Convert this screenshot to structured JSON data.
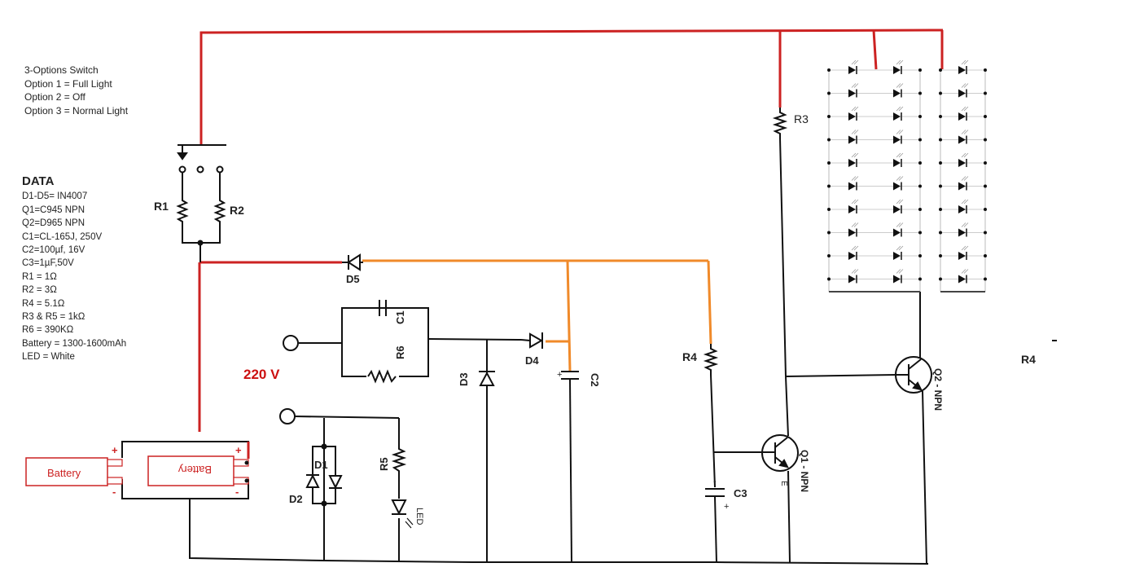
{
  "notes": {
    "switch_title": "3-Options Switch",
    "option1": "Option 1 = Full Light",
    "option2": "Option 2 = Off",
    "option3": "Option 3 = Normal Light"
  },
  "data_block": {
    "title": "DATA",
    "lines": [
      "D1-D5= IN4007",
      "Q1=C945 NPN",
      "Q2=D965 NPN",
      "C1=CL-165J, 250V",
      "C2=100µf, 16V",
      "C3=1µF,50V",
      "R1 = 1Ω",
      "R2 = 3Ω",
      "R4 = 5.1Ω",
      "R3 & R5 = 1kΩ",
      "R6 = 390KΩ",
      "Battery = 1300-1600mAh",
      "LED = White"
    ]
  },
  "labels": {
    "r1": "R1",
    "r2": "R2",
    "r3": "R3",
    "r4": "R4",
    "r4b": "R4",
    "r5": "R5",
    "r6": "R6",
    "c1": "C1",
    "c2": "C2",
    "c3": "C3",
    "d1": "D1",
    "d2": "D2",
    "d3": "D3",
    "d4": "D4",
    "d5": "D5",
    "q1": "Q1 - NPN",
    "q2": "Q2 - NPN",
    "q1_e": "E",
    "led": "LED",
    "voltage": "220 V",
    "battery": "Battery",
    "plus": "+",
    "minus": "-"
  },
  "colors": {
    "wire": "#111111",
    "positive_wire": "#cc2222",
    "charge_wire": "#f08a2a",
    "voltage_text": "#cc1111",
    "battery": "#cc2222"
  }
}
